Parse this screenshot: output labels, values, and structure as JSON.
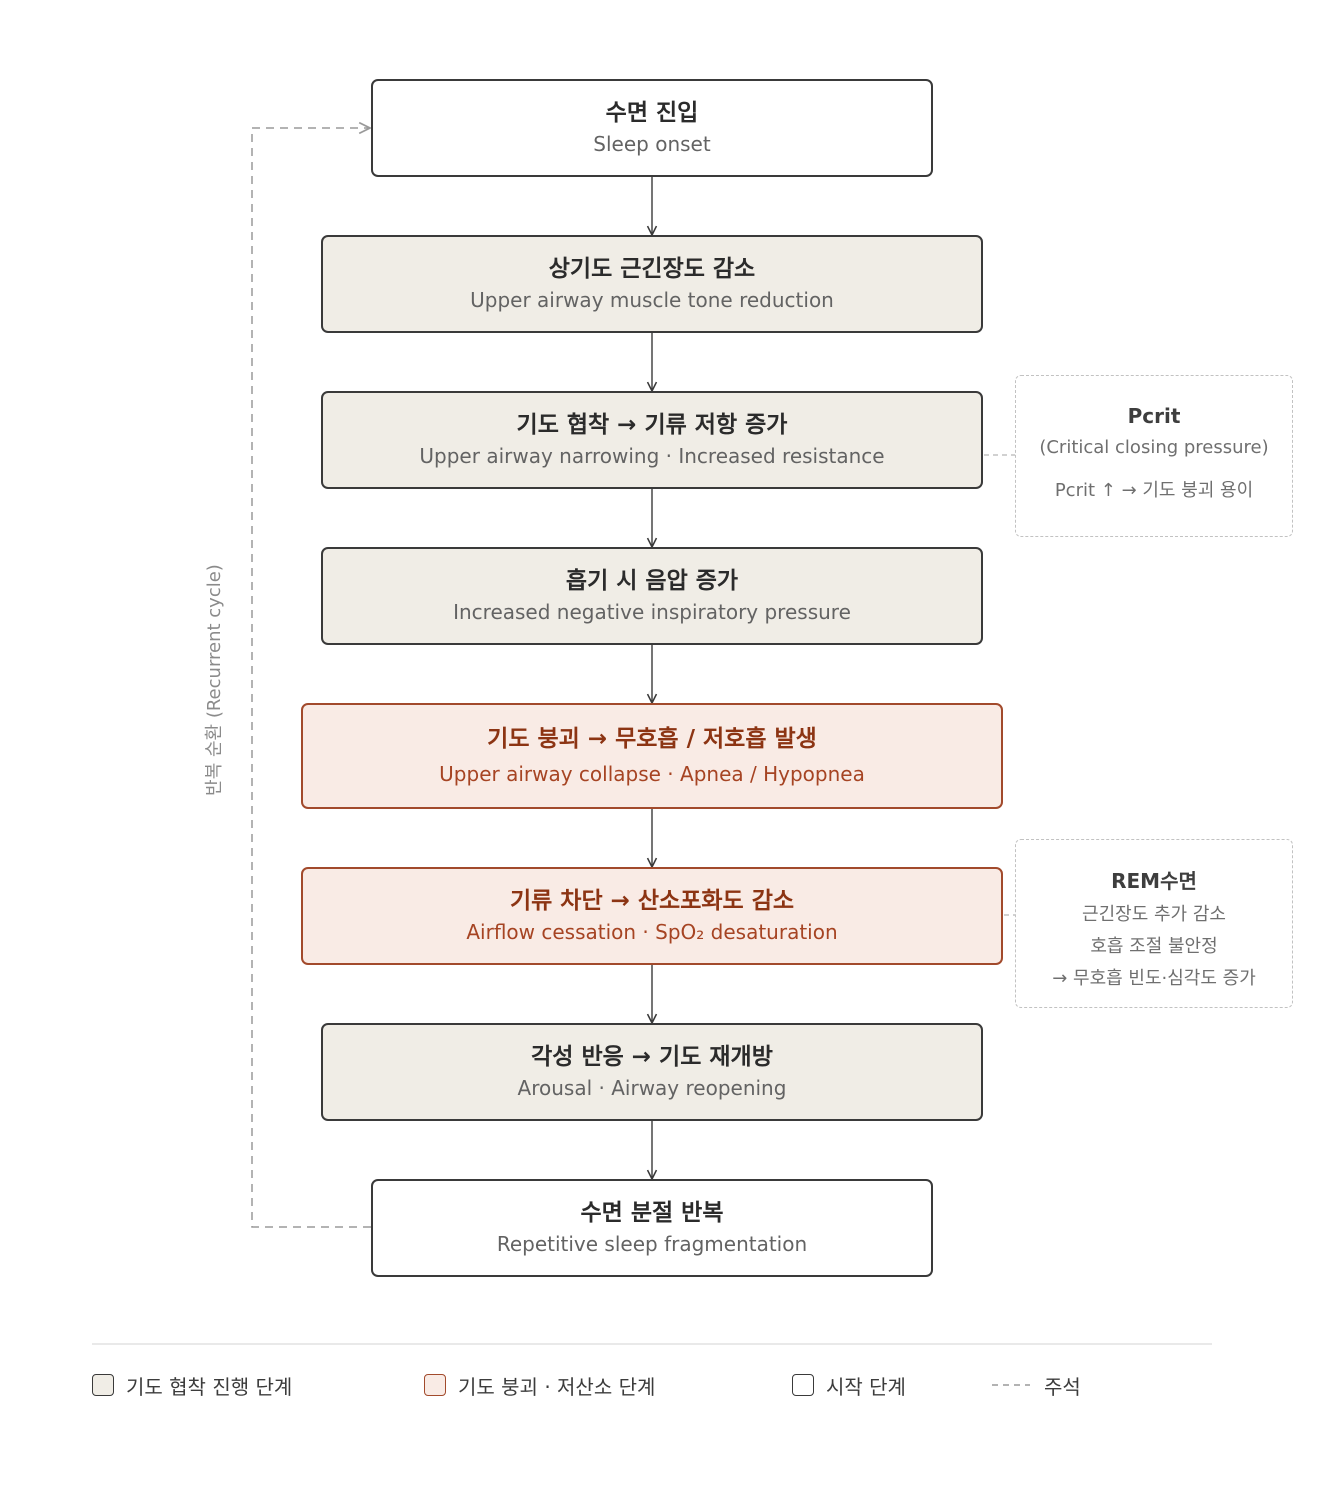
{
  "diagram": {
    "steps": [
      {
        "ko": "수면 진입",
        "en": "Sleep onset"
      },
      {
        "ko": "상기도 근긴장도 감소",
        "en": "Upper airway muscle tone reduction"
      },
      {
        "ko": "기도 협착 → 기류 저항 증가",
        "en": "Upper airway narrowing · Increased resistance"
      },
      {
        "ko": "흡기 시 음압 증가",
        "en": "Increased negative inspiratory pressure"
      },
      {
        "ko": "기도 붕괴 → 무호흡 / 저호흡 발생",
        "en": "Upper airway collapse · Apnea / Hypopnea"
      },
      {
        "ko": "기류 차단 → 산소포화도 감소",
        "en": "Airflow cessation · SpO₂ desaturation"
      },
      {
        "ko": "각성 반응 → 기도 재개방",
        "en": "Arousal · Airway reopening"
      },
      {
        "ko": "수면 분절 반복",
        "en": "Repetitive sleep fragmentation"
      }
    ],
    "notes": {
      "pcrit": {
        "title": "Pcrit",
        "subtitle": "(Critical closing pressure)",
        "line": "Pcrit ↑ → 기도 붕괴 용이"
      },
      "rem": {
        "title": "REM수면",
        "lines": [
          "근긴장도 추가 감소",
          "호흡 조절 불안정",
          "→ 무호흡 빈도·심각도 증가"
        ]
      }
    },
    "cycle_label": "반복 순환 (Recurrent cycle)"
  },
  "legend": {
    "items": [
      {
        "label": "기도 협착 진행 단계",
        "fill": "#f0ede6",
        "stroke": "#3a3a3a"
      },
      {
        "label": "기도 붕괴 · 저산소 단계",
        "fill": "#f9ebe5",
        "stroke": "#a24a2c"
      },
      {
        "label": "시작 단계",
        "fill": "#ffffff",
        "stroke": "#3a3a3a"
      }
    ],
    "annotation_label": "주석"
  }
}
